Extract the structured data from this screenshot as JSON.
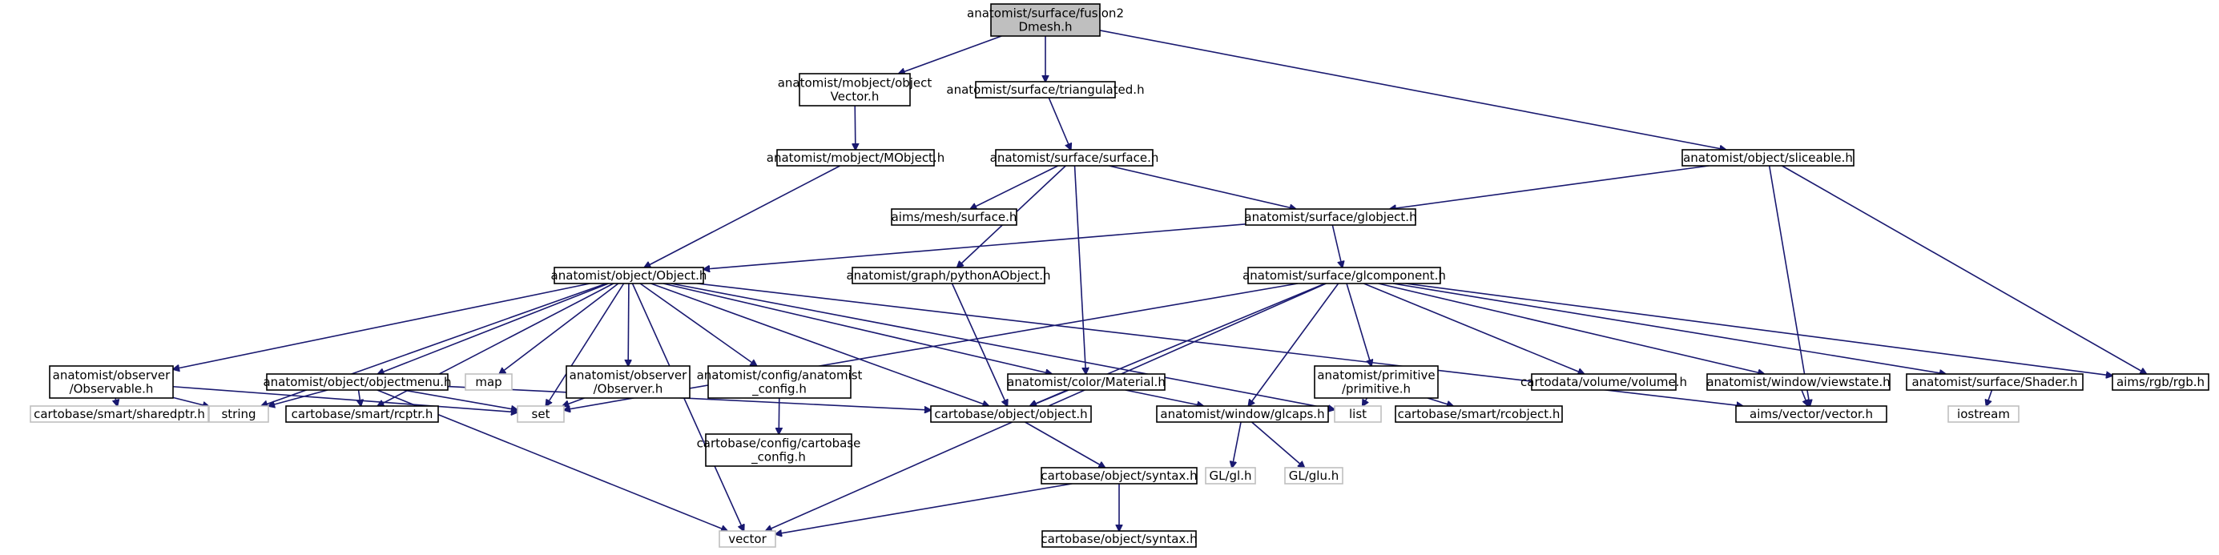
{
  "colors": {
    "edge": "#191970",
    "root_fill": "#bfbfbf",
    "external_border": "#bfbfbf",
    "border": "#000000"
  },
  "nodes": {
    "root": [
      "anatomist/surface/fusion2",
      "Dmesh.h"
    ],
    "mobject_vector": [
      "anatomist/mobject/object",
      "Vector.h"
    ],
    "triangulated": [
      "anatomist/surface/triangulated.h"
    ],
    "sliceable": [
      "anatomist/object/sliceable.h"
    ],
    "mobject": [
      "anatomist/mobject/MObject.h"
    ],
    "surface": [
      "anatomist/surface/surface.h"
    ],
    "aims_mesh_surface": [
      "aims/mesh/surface.h"
    ],
    "globject": [
      "anatomist/surface/globject.h"
    ],
    "object": [
      "anatomist/object/Object.h"
    ],
    "python_aobject": [
      "anatomist/graph/pythonAObject.h"
    ],
    "glcomponent": [
      "anatomist/surface/glcomponent.h"
    ],
    "observable": [
      "anatomist/observer",
      "/Observable.h"
    ],
    "objectmenu": [
      "anatomist/object/objectmenu.h"
    ],
    "map": [
      "map"
    ],
    "observer": [
      "anatomist/observer",
      "/Observer.h"
    ],
    "config": [
      "anatomist/config/anatomist",
      "_config.h"
    ],
    "material": [
      "anatomist/color/Material.h"
    ],
    "primitive": [
      "anatomist/primitive",
      "/primitive.h"
    ],
    "volume": [
      "cartodata/volume/volume.h"
    ],
    "viewstate": [
      "anatomist/window/viewstate.h"
    ],
    "shader": [
      "anatomist/surface/Shader.h"
    ],
    "rgb": [
      "aims/rgb/rgb.h"
    ],
    "sharedptr": [
      "cartobase/smart/sharedptr.h"
    ],
    "string": [
      "string"
    ],
    "rcptr": [
      "cartobase/smart/rcptr.h"
    ],
    "set": [
      "set"
    ],
    "cartobase_config": [
      "cartobase/config/cartobase",
      "_config.h"
    ],
    "cartobase_object": [
      "cartobase/object/object.h"
    ],
    "glcaps": [
      "anatomist/window/glcaps.h"
    ],
    "list": [
      "list"
    ],
    "rcobject": [
      "cartobase/smart/rcobject.h"
    ],
    "aims_vector": [
      "aims/vector/vector.h"
    ],
    "iostream": [
      "iostream"
    ],
    "gl_h": [
      "GL/gl.h"
    ],
    "glu_h": [
      "GL/glu.h"
    ],
    "syntax": [
      "cartobase/object/syntax.h"
    ],
    "vector": [
      "vector"
    ],
    "syntax_h": [
      "cartobase/object/syntax.h"
    ]
  }
}
